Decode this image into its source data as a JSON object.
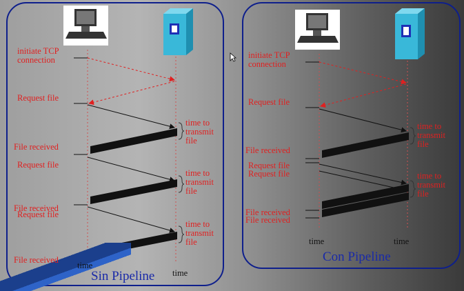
{
  "left_panel": {
    "title": "Sin Pipeline",
    "labels": {
      "initiate": "initiate TCP\nconnection",
      "request1": "Request file",
      "received1": "File received",
      "request2": "Request file",
      "received2": "File received",
      "request3": "Request file",
      "received3": "File received",
      "ttt1": "time to\ntransmit\nfile",
      "ttt2": "time to\ntransmit\nfile",
      "ttt3": "time to\ntransmit\nfile"
    },
    "time_left": "time",
    "time_right": "time"
  },
  "right_panel": {
    "title": "Con Pipeline",
    "labels": {
      "initiate": "initiate TCP\nconnection",
      "request1": "Request file",
      "received1": "File received",
      "request2": "Request file",
      "request3": "Request file",
      "received2": "File received",
      "received3": "File received",
      "ttt1": "time to\ntransmit\nfile",
      "ttt2": "time to\ntransmit\nfile"
    },
    "time_left": "time",
    "time_right": "time"
  },
  "colors": {
    "panel_border": "#0e1f8c",
    "label_red": "#e02020",
    "title_blue": "#1a2aa8",
    "server_cyan": "#39b8d9"
  },
  "icons": [
    "computer-icon",
    "server-icon"
  ]
}
